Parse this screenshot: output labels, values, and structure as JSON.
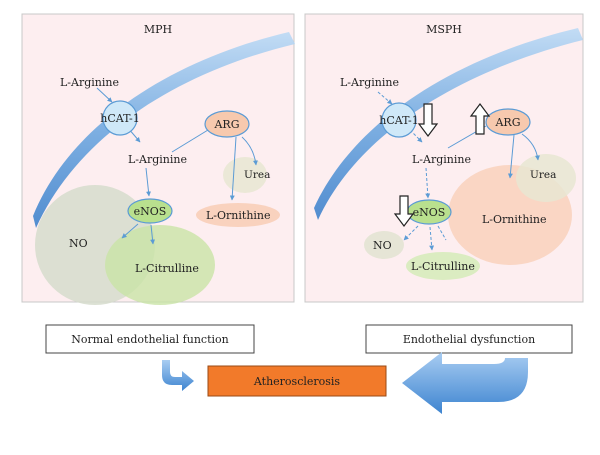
{
  "left_panel": {
    "title": "MPH",
    "labels": {
      "arginine_outside": "L-Arginine",
      "hcat": "hCAT-1",
      "arginine_inside": "L-Arginine",
      "arg": "ARG",
      "urea": "Urea",
      "enos": "eNOS",
      "ornithine": "L-Ornithine",
      "no": "NO",
      "citrulline": "L-Citrulline"
    }
  },
  "right_panel": {
    "title": "MSPH",
    "labels": {
      "arginine_outside": "L-Arginine",
      "hcat": "hCAT-1",
      "arginine_inside": "L-Arginine",
      "arg": "ARG",
      "urea": "Urea",
      "enos": "eNOS",
      "ornithine": "L-Ornithine",
      "no": "NO",
      "citrulline": "L-Citrulline"
    }
  },
  "outcomes": {
    "left": "Normal endothelial function",
    "right": "Endothelial dysfunction",
    "center": "Atherosclerosis"
  },
  "colors": {
    "panel_bg": "#fdeef0",
    "membrane": "#6fa8e0",
    "hcat_fill": "#cfe8f8",
    "arg_fill": "#f7c9ae",
    "enos_fill": "#b9e08e",
    "atherosclerosis_fill": "#f27a2a"
  }
}
